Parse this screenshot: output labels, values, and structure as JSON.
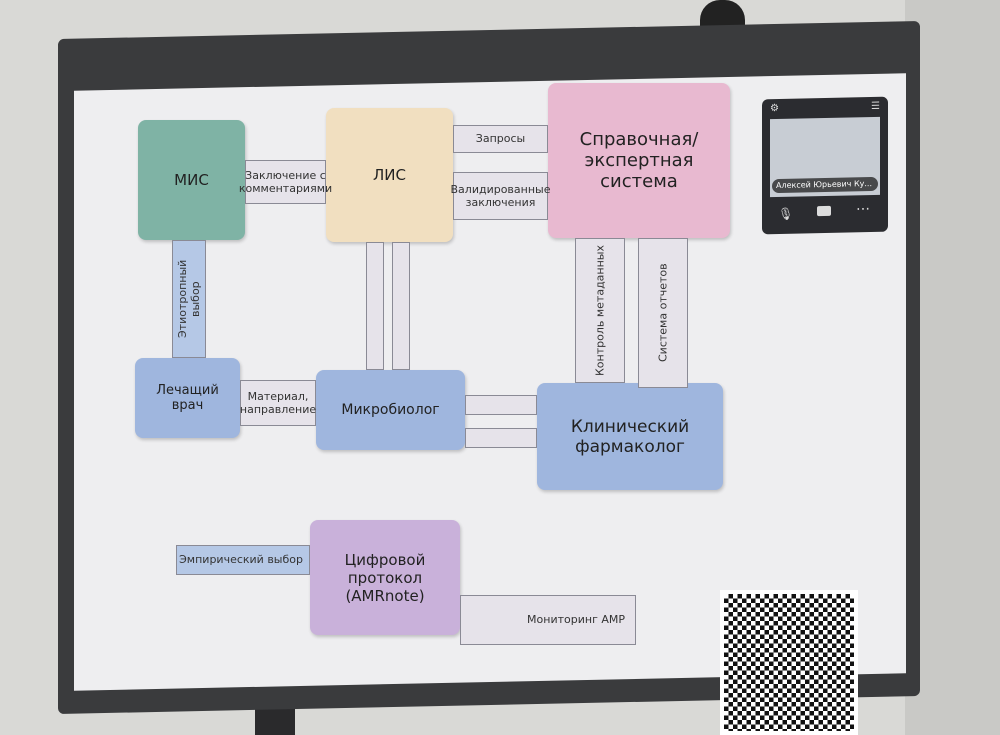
{
  "diagram": {
    "nodes": {
      "mis": "МИС",
      "lis": "ЛИС",
      "reference": "Справочная/ экспертная система",
      "doctor": "Лечащий врач",
      "microbiologist": "Микробиолог",
      "pharmacologist": "Клинический фармаколог",
      "protocol": "Цифровой протокол (AMRnote)"
    },
    "edges": {
      "conclusion": "Заключение с комментариями",
      "requests": "Запросы",
      "validated": "Валидированные заключения",
      "etiotropic": "Этиотропный выбор",
      "material": "Материал, направление",
      "metadata": "Контроль метаданных",
      "reports": "Система отчетов",
      "empirical": "Эмпирический выбор",
      "monitoring": "Мониторинг АМР"
    }
  },
  "video_call": {
    "participant_name": "Алексей Юрьевич Ку...",
    "icons": [
      "settings-icon",
      "layout-icon",
      "microphone-icon",
      "camera-icon",
      "more-icon"
    ]
  },
  "colors": {
    "mis": "#7fb3a5",
    "lis": "#f1dfc0",
    "reference": "#e8b9d0",
    "blue": "#9fb6de",
    "protocol": "#c9b1da"
  }
}
